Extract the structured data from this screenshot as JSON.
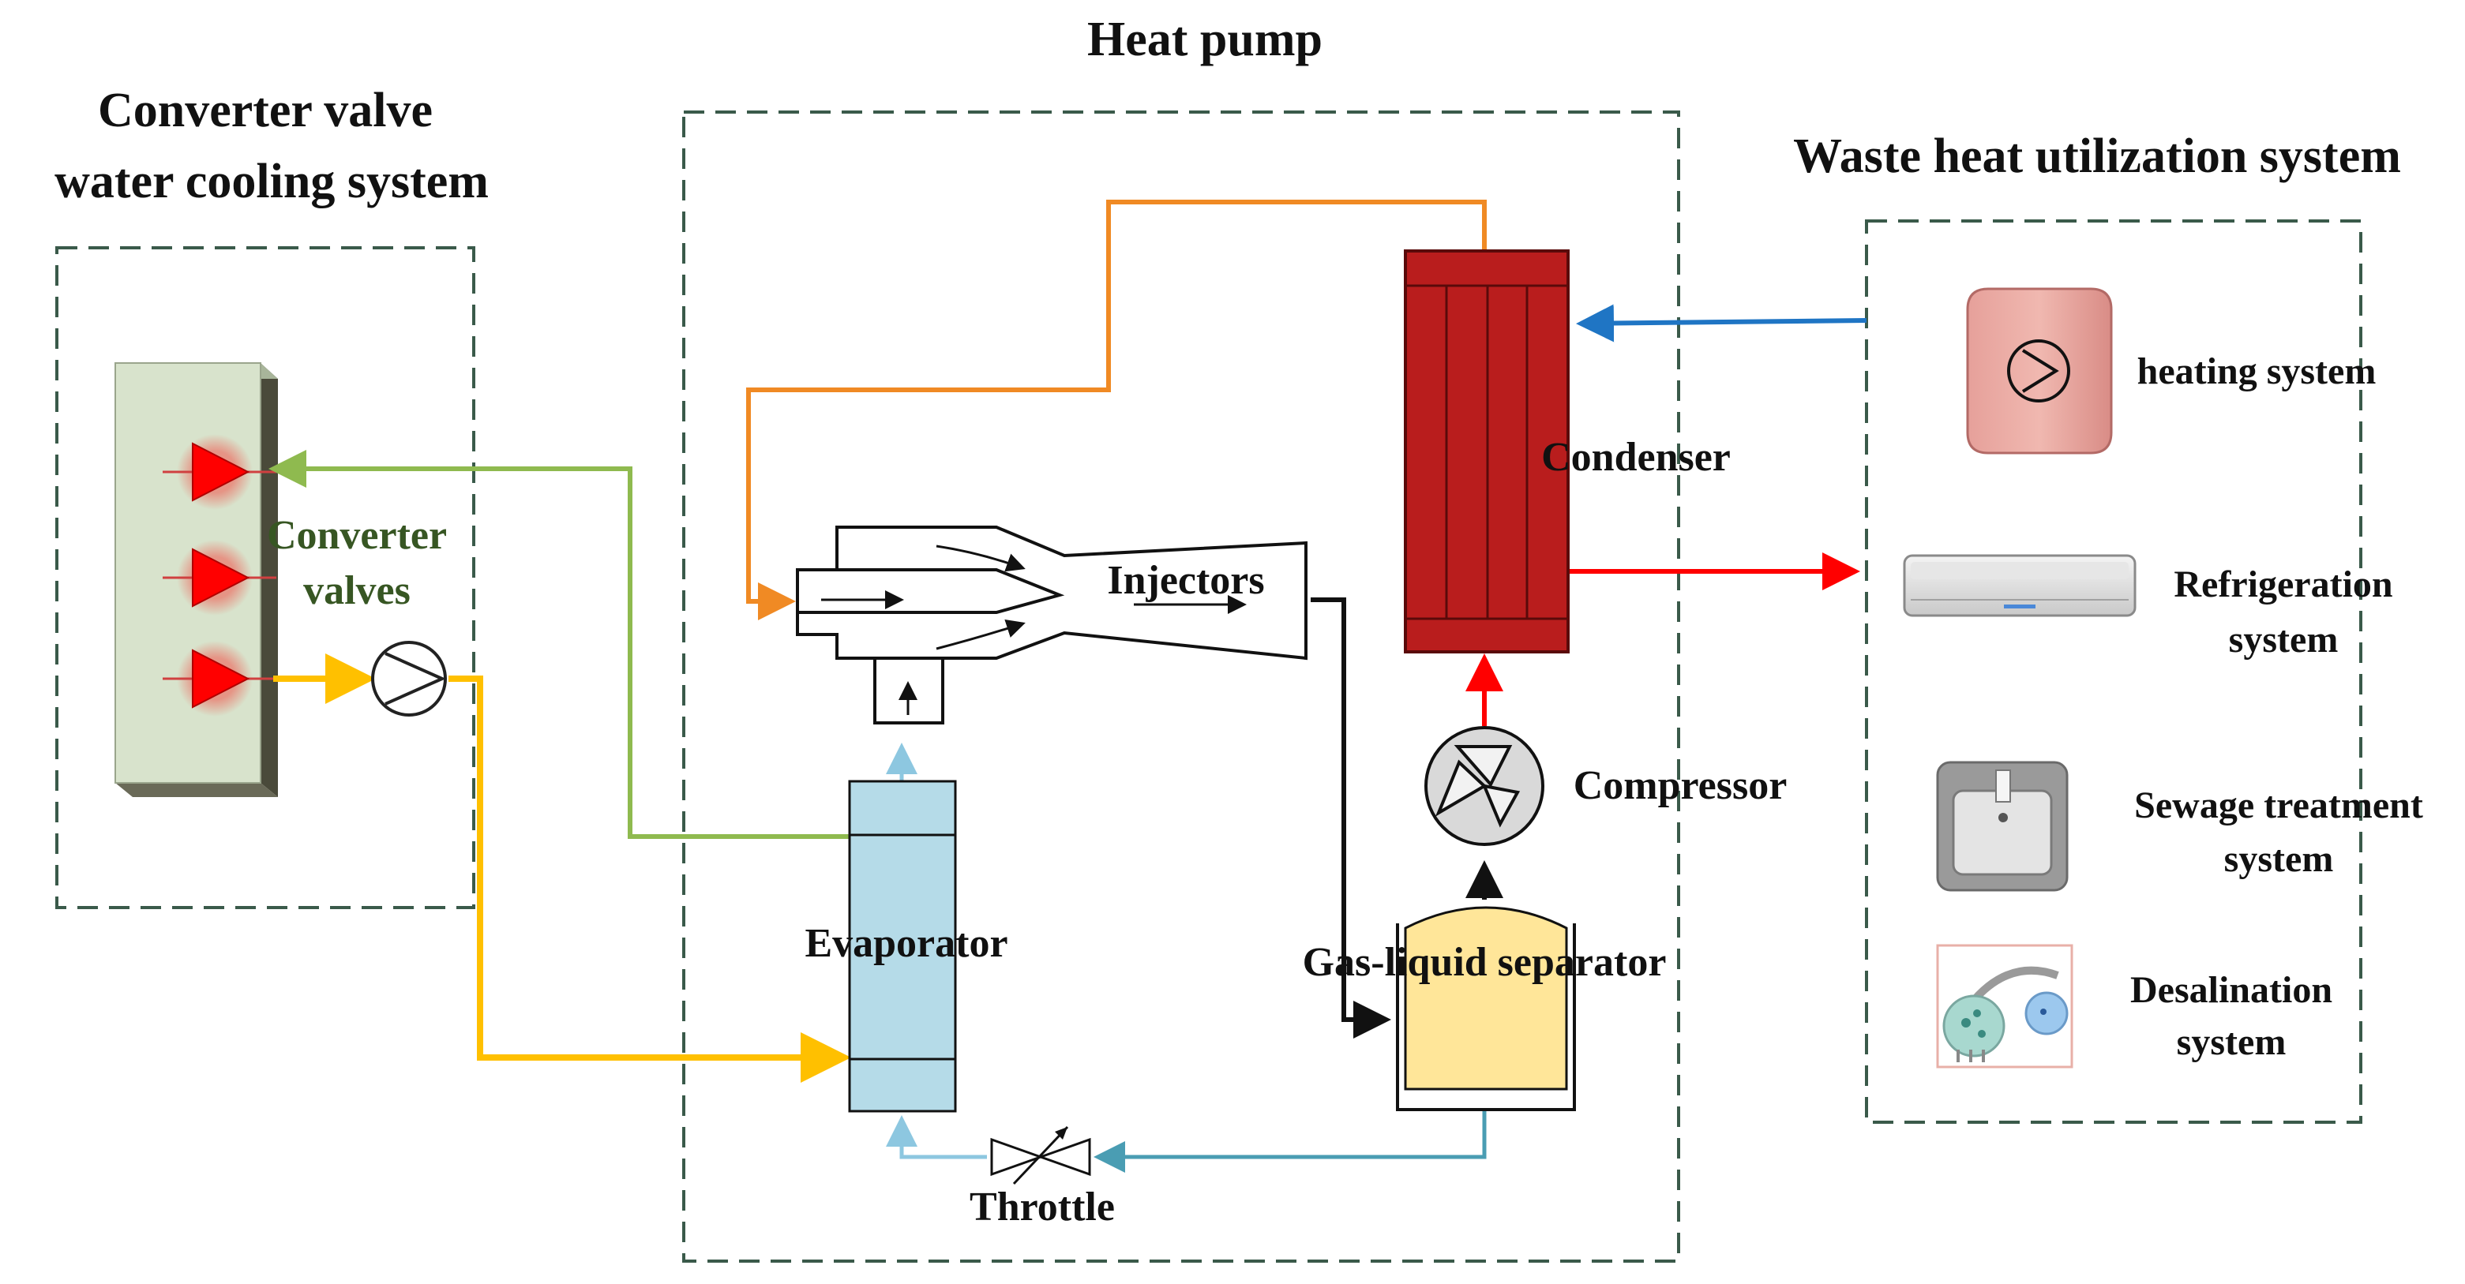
{
  "sections": {
    "cooling": {
      "title_line1": "Converter valve",
      "title_line2": "water cooling system"
    },
    "heatpump": {
      "title": "Heat pump"
    },
    "waste": {
      "title": "Waste heat utilization system"
    }
  },
  "components": {
    "converter_valves": {
      "line1": "Converter",
      "line2": "valves"
    },
    "injectors": "Injectors",
    "condenser": "Condenser",
    "compressor": "Compressor",
    "evaporator": "Evaporator",
    "separator": "Gas-liquid separator",
    "throttle": "Throttle"
  },
  "waste_items": {
    "heating": "heating system",
    "refrigeration": {
      "line1": "Refrigeration",
      "line2": "system"
    },
    "sewage": {
      "line1": "Sewage treatment",
      "line2": "system"
    },
    "desalination": {
      "line1": "Desalination",
      "line2": "system"
    }
  },
  "colors": {
    "orange_line": "#f08a24",
    "green_line": "#8fba4f",
    "yellow_line": "#ffc000",
    "blue_line": "#1f75c4",
    "red_line": "#ff0000",
    "throttle_line": "#4a9db3",
    "light_blue_line": "#8dc7e0",
    "condenser": "#b91d1d",
    "evaporator": "#b5dbe8",
    "separator_liquid": "#ffe699",
    "valve_block": "#d8e3cc",
    "valve_triangle": "#ff0000",
    "converter_label": "#375623",
    "dashed_border": "#3a5a4a"
  }
}
